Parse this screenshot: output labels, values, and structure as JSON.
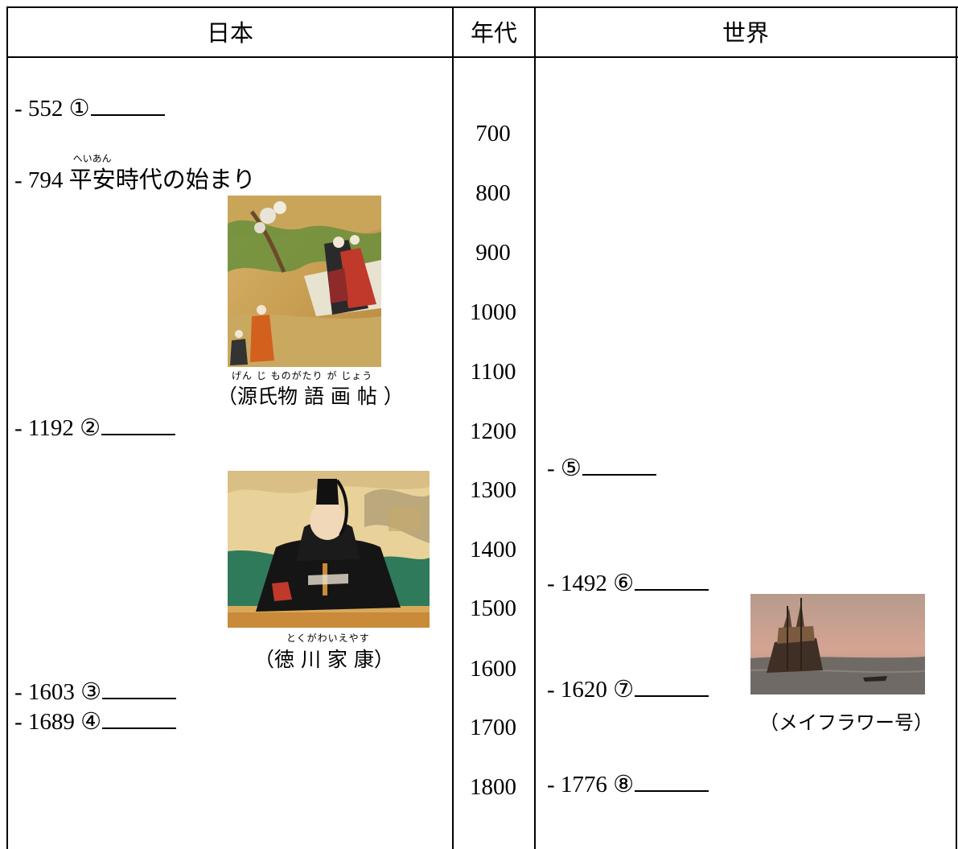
{
  "headers": {
    "japan": "日本",
    "era": "年代",
    "world": "世界"
  },
  "japan_events": [
    {
      "year": "- 552",
      "marker": "①",
      "text": ""
    },
    {
      "year": "- 794",
      "ruby_base": "平安",
      "ruby_text": "へいあん",
      "rest": "時代の始まり"
    },
    {
      "year": "- 1192",
      "marker": "②",
      "text": ""
    },
    {
      "year": "- 1603",
      "marker": "③",
      "text": ""
    },
    {
      "year": "- 1689",
      "marker": "④",
      "text": ""
    }
  ],
  "decades": [
    "700",
    "800",
    "900",
    "1000",
    "1100",
    "1200",
    "1300",
    "1400",
    "1500",
    "1600",
    "1700",
    "1800"
  ],
  "world_events": [
    {
      "year": "- ",
      "marker": "⑤"
    },
    {
      "year": "- 1492",
      "marker": "⑥"
    },
    {
      "year": "- 1620",
      "marker": "⑦"
    },
    {
      "year": "- 1776",
      "marker": "⑧"
    }
  ],
  "images": {
    "genji": {
      "furigana": "げん じ ものがたり が じょう",
      "caption": "（源氏物 語 画 帖 ）"
    },
    "ieyasu": {
      "furigana": "とくがわいえやす",
      "caption": "（徳 川 家 康）"
    },
    "mayflower": {
      "caption": "（メイフラワー号）"
    }
  }
}
